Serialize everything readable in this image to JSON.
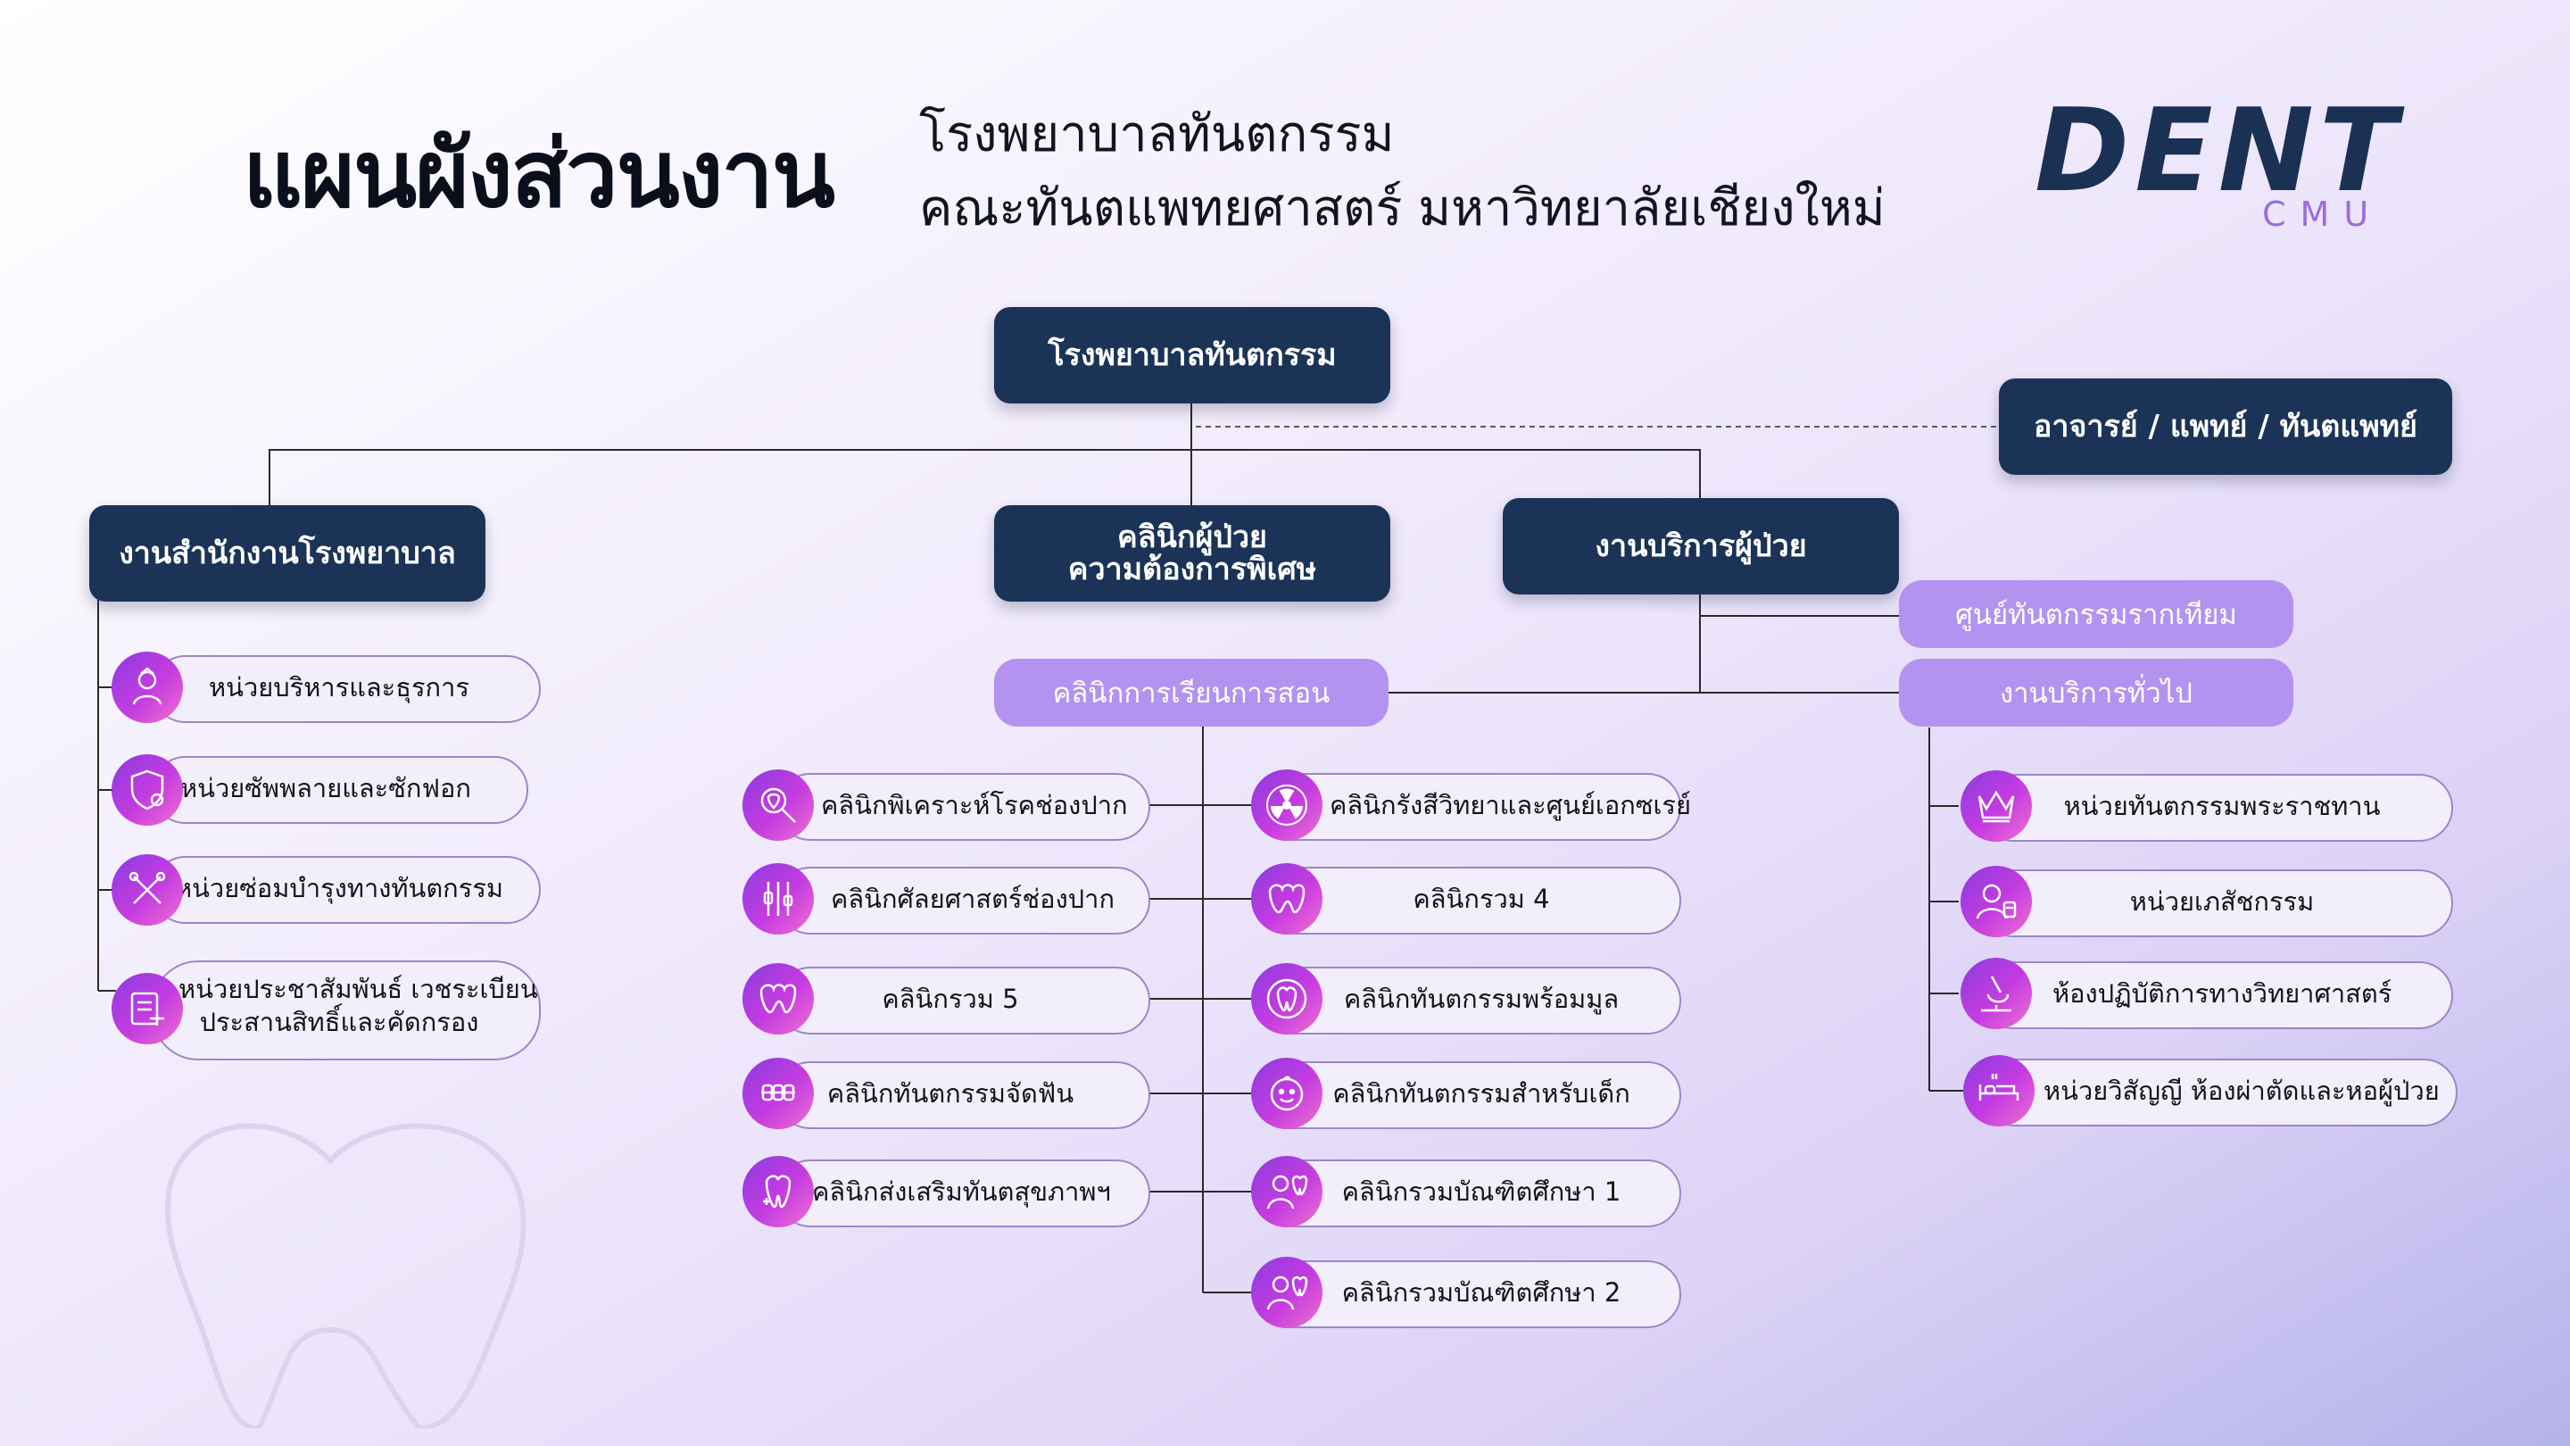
{
  "header": {
    "title": "แผนผังส่วนงาน",
    "subtitle_line1": "โรงพยาบาลทันตกรรม",
    "subtitle_line2": "คณะทันตแพทยศาสตร์ มหาวิทยาลัยเชียงใหม่",
    "logo_main": "DENT",
    "logo_sub": "CMU"
  },
  "nodes": {
    "root": "โรงพยาบาลทันตกรรม",
    "staff": "อาจารย์ / แพทย์ / ทันตแพทย์",
    "office": "งานสำนักงานโรงพยาบาล",
    "special_line1": "คลินิกผู้ป่วย",
    "special_line2": "ความต้องการพิเศษ",
    "patient_service": "งานบริการผู้ป่วย",
    "implant_center": "ศูนย์ทันตกรรมรากเทียม",
    "general_service": "งานบริการทั่วไป",
    "teaching_clinic": "คลินิกการเรียนการสอน"
  },
  "office_units": [
    {
      "label": "หน่วยบริหารและธุรการ",
      "icon": "admin-person-icon"
    },
    {
      "label": "หน่วยซัพพลายและซักฟอก",
      "icon": "supply-shield-icon"
    },
    {
      "label": "หน่วยซ่อมบำรุงทางทันตกรรม",
      "icon": "tools-icon"
    },
    {
      "label": "หน่วยประชาสัมพันธ์ เวชระเบียน",
      "label2": "ประสานสิทธิ์และคัดกรอง",
      "icon": "records-icon"
    }
  ],
  "teaching_left": [
    {
      "label": "คลินิกพิเคราะห์โรคช่องปาก",
      "icon": "tooth-magnifier-icon"
    },
    {
      "label": "คลินิกศัลยศาสตร์ช่องปาก",
      "icon": "surgery-instruments-icon"
    },
    {
      "label": "คลินิกรวม 5",
      "icon": "teeth-icon"
    },
    {
      "label": "คลินิกทันตกรรมจัดฟัน",
      "icon": "braces-icon"
    },
    {
      "label": "คลินิกส่งเสริมทันตสุขภาพฯ",
      "icon": "tooth-health-icon"
    }
  ],
  "teaching_right": [
    {
      "label": "คลินิกรังสีวิทยาและศูนย์เอกซเรย์",
      "icon": "radiation-icon"
    },
    {
      "label": "คลินิกรวม 4",
      "icon": "teeth-icon"
    },
    {
      "label": "คลินิกทันตกรรมพร้อมมูล",
      "icon": "tooth-circle-icon"
    },
    {
      "label": "คลินิกทันตกรรมสำหรับเด็ก",
      "icon": "child-face-icon"
    },
    {
      "label": "คลินิกรวมบัณฑิตศึกษา 1",
      "icon": "dentist-tooth-icon"
    },
    {
      "label": "คลินิกรวมบัณฑิตศึกษา 2",
      "icon": "dentist-tooth-icon"
    }
  ],
  "general_units": [
    {
      "label": "หน่วยทันตกรรมพระราชทาน",
      "icon": "crown-icon"
    },
    {
      "label": "หน่วยเภสัชกรรม",
      "icon": "pharmacist-icon"
    },
    {
      "label": "ห้องปฏิบัติการทางวิทยาศาสตร์",
      "icon": "microscope-icon"
    },
    {
      "label": "หน่วยวิสัญญี ห้องผ่าตัดและหอผู้ป่วย",
      "icon": "hospital-bed-icon"
    }
  ],
  "colors": {
    "navy": "#1b3357",
    "lavender": "#b492f0",
    "icon_gradient_start": "#8a3be0",
    "icon_gradient_end": "#f070d0",
    "pill_fill": "#f3eefc",
    "pill_border": "#9c86c8",
    "logo_accent": "#9b6ddc"
  }
}
